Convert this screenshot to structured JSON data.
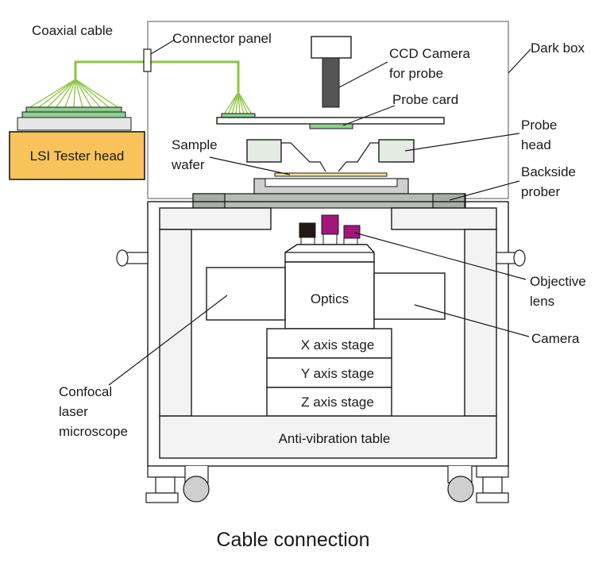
{
  "labels": {
    "coaxial_cable": "Coaxial cable",
    "connector_panel": "Connector panel",
    "ccd_camera_line1": "CCD Camera",
    "ccd_camera_line2": "for probe",
    "dark_box": "Dark box",
    "probe_card": "Probe card",
    "probe_head_line1": "Probe",
    "probe_head_line2": "head",
    "lsi_tester_head": "LSI Tester head",
    "sample_wafer_line1": "Sample",
    "sample_wafer_line2": "wafer",
    "backside_prober_line1": "Backside",
    "backside_prober_line2": "prober",
    "objective_lens_line1": "Objective",
    "objective_lens_line2": "lens",
    "optics": "Optics",
    "camera": "Camera",
    "x_axis_stage": "X axis stage",
    "y_axis_stage": "Y axis stage",
    "z_axis_stage": "Z axis stage",
    "confocal_line1": "Confocal",
    "confocal_line2": "laser",
    "confocal_line3": "microscope",
    "anti_vibration_table": "Anti-vibration table"
  },
  "caption": "Cable connection",
  "colors": {
    "cable": "#8cc63f",
    "tester_head": "#f7c35a",
    "board_green": "#8ecf8e",
    "lens_dark": "#231815",
    "lens_magenta": "#a2167e",
    "probe_head_fill": "#e3ebe3",
    "backside_prober": "#b8bcb8"
  }
}
